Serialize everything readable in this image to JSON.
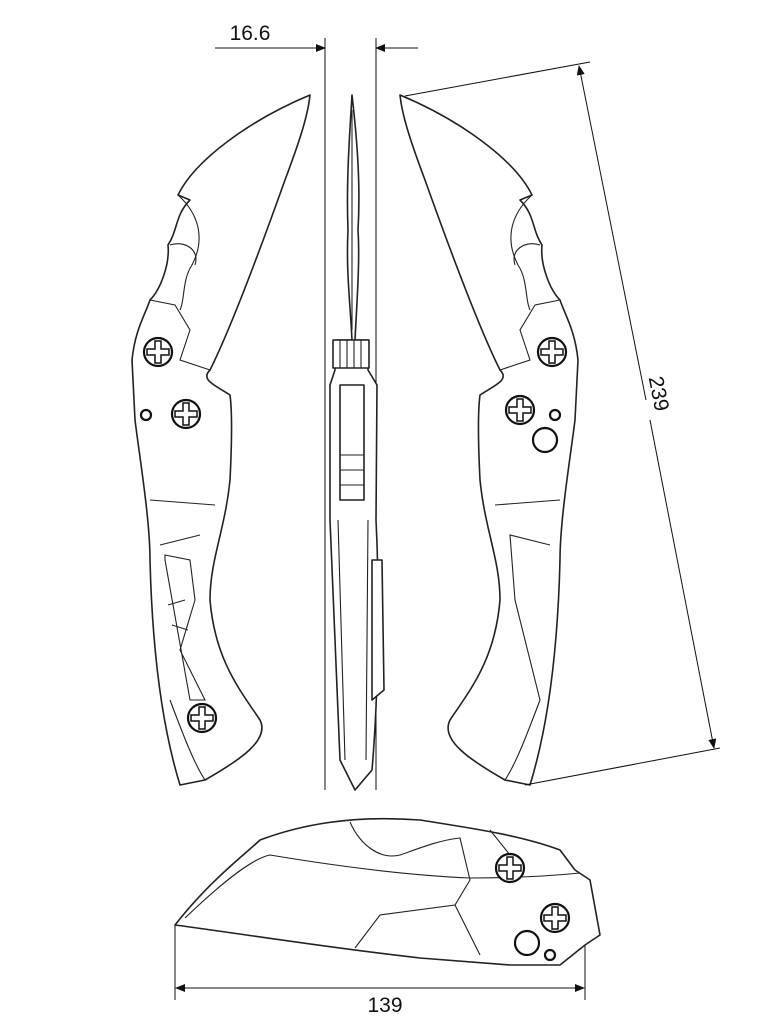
{
  "dimensions": {
    "thickness": "16.6",
    "length": "239",
    "closed_length": "139"
  }
}
